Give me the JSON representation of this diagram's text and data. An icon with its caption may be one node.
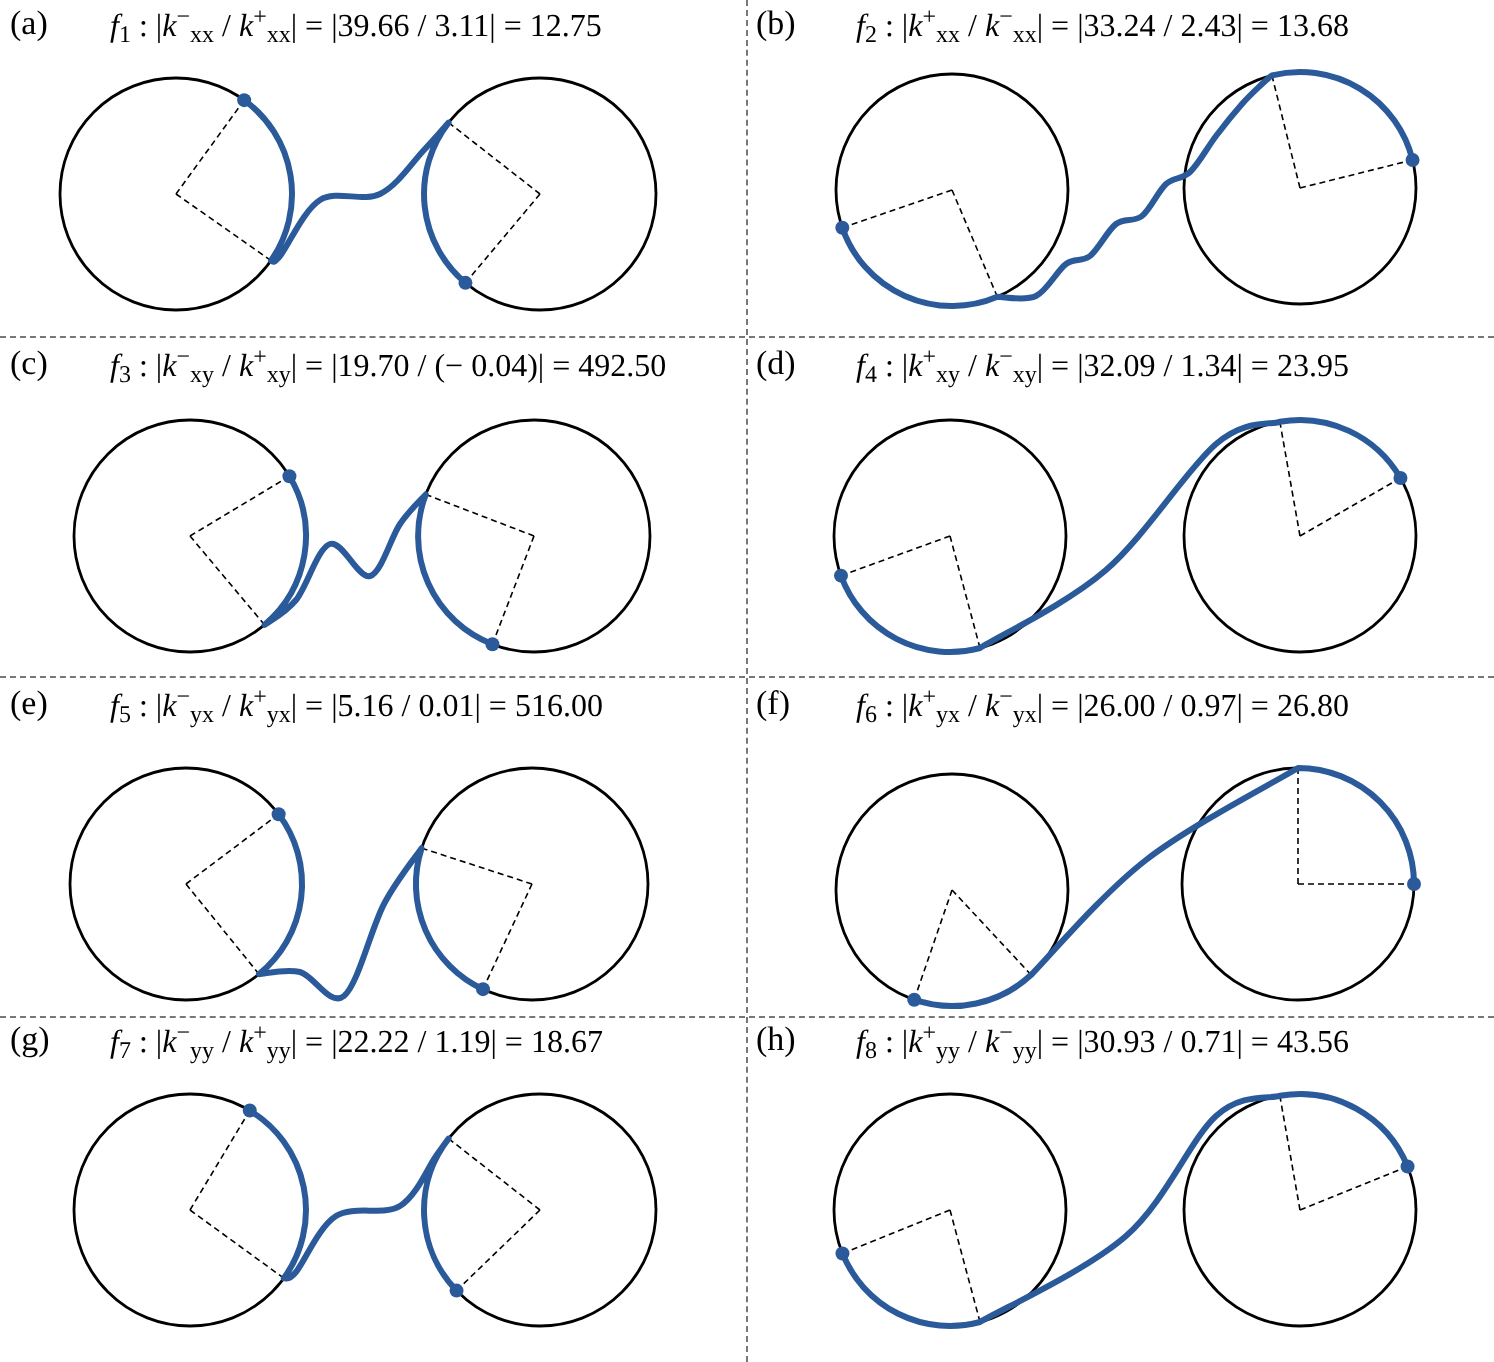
{
  "diagram": {
    "labels": [
      "(a)",
      "*f*$_{1}$ : |*k*$^{−}$$_{xx}$ / *k*$^{+}$$_{xx}$| = |39.66 / 3.11| = 12.75",
      "(b)",
      "*f*$_{2}$ : |*k*$^{+}$$_{xx}$ / *k*$^{−}$$_{xx}$| = |33.24 / 2.43| = 13.68",
      "(c)",
      "*f*$_{3}$ : |*k*$^{−}$$_{xy}$ / *k*$^{+}$$_{xy}$| = |19.70 / (− 0.04)| = 492.50",
      "(d)",
      "*f*$_{4}$ : |*k*$^{+}$$_{xy}$ / *k*$^{−}$$_{xy}$| = |32.09 / 1.34| = 23.95",
      "(e)",
      "*f*$_{5}$ : |*k*$^{−}$$_{yx}$ / *k*$^{+}$$_{yx}$| = |5.16 / 0.01| = 516.00",
      "(f)",
      "*f*$_{6}$ : |*k*$^{+}$$_{yx}$ / *k*$^{−}$$_{yx}$| = |26.00 / 0.97| = 26.80",
      "(g)",
      "*f*$_{7}$ : |*k*$^{−}$$_{yy}$ / *k*$^{+}$$_{yy}$| = |22.22 / 1.19| = 18.67",
      "(h)",
      "*f*$_{8}$ : |*k*$^{+}$$_{yy}$ / *k*$^{−}$$_{yy}$| = |30.93 / 0.71| = 43.56"
    ]
  }
}
